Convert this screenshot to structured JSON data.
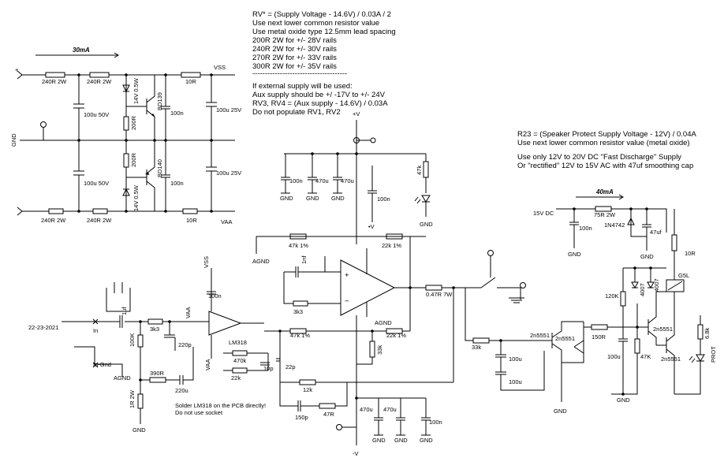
{
  "notes": {
    "rv_lines": [
      "RV* = (Supply Voltage - 14.6V) / 0.03A / 2",
      "Use next lower common resistor value",
      "Use metal oxide type 12.5mm lead spacing",
      "200R 2W for +/- 28V rails",
      "240R 2W for +/- 30V rails",
      "270R 2W for +/- 33V rails",
      "300R 2W for +/- 35V rails",
      "--------------------------------------"
    ],
    "ext_lines": [
      "If external supply will be used:",
      "Aux supply should be +/ -17V to +/- 24V",
      "RV3, RV4 = (Aux supply - 14.6V) / 0.03A",
      "Do not populate RV1, RV2"
    ],
    "prot_lines": [
      "R23 = (Speaker Protect Supply Voltage - 12V) / 0.04A",
      "Use next lower common resistor value (metal oxide)",
      "",
      "Use only 12V to 20V DC \"Fast Discharge\" Supply",
      "Or \"rectified\" 12V to 15V AC with 47uf smoothing cap"
    ],
    "solder_lines": [
      "Solder LM318 on the PCB directly!",
      "Do not use socket"
    ]
  },
  "labels": {
    "current_30ma": "30mA",
    "current_40ma": "40mA",
    "vss": "VSS",
    "vaa": "VAA",
    "gnd": "GND",
    "agnd": "AGND",
    "vplus": "+V",
    "vminus": "-V",
    "v_dot": "•V",
    "date_code": "22-23-2021",
    "in": "In",
    "in_gnd": "In-Gnd",
    "v15dc": "15V DC",
    "prot": "PROT",
    "lm318": "LM318",
    "g5l": "G5L",
    "plus": "+",
    "minus": "−"
  },
  "components": {
    "r240_a": "240R 2W",
    "r240_b": "240R 2W",
    "r240_c": "240R 2W",
    "r240_d": "240R 2W",
    "r10_a": "10R",
    "r10_b": "10R",
    "c100u50_a": "100u 50V",
    "c100u50_b": "100u 50V",
    "c100u25_a": "100u 25V",
    "c100u25_b": "100u 25V",
    "z14_a": "14V 0.5W",
    "z14_b": "14V 0.5W",
    "bd139": "BD139",
    "bd140": "BD140",
    "r200_a": "200R",
    "r200_b": "200R",
    "c100n_a": "100n",
    "c100n_b": "100n",
    "c100n_rail": "100n",
    "c470u_a": "470u",
    "c470u_b": "470u",
    "r47k_led": "47k",
    "c100n_v": "100n",
    "r47k1_top": "47k 1%",
    "r22k1_top": "22k 1%",
    "c1nf": "1nf",
    "r3k3_fb": "3k3",
    "r047": "0.47R 7W",
    "r47k1_bot": "47k 1%",
    "r22k1_bot": "22k 1%",
    "r33k_v": "33k",
    "c100n_lm": "100n",
    "c1uf": "1uf",
    "r3k3_in": "3k3",
    "r100k": "100K",
    "c220p": "220p",
    "r470k": "470k",
    "r22k": "22k",
    "c10p": "10p",
    "c22p": "22p",
    "r390": "390R",
    "c220u": "220u",
    "r12k": "12k",
    "r1r": "1R 2W",
    "c150p": "150p",
    "r47r": "47R",
    "c470u_c": "470u",
    "c470u_d": "470u",
    "c100n_bot": "100n",
    "r33k_h": "33k",
    "c100u_a": "100u",
    "c100u_b": "100u",
    "q2n5551_a": "2n5551",
    "q2n5551_b": "2n5551",
    "r150": "150R",
    "c100u_c": "100u",
    "r120k": "120K",
    "r47k_p": "47K",
    "d4007_a": "4007",
    "d4007_b": "4007",
    "q2n5551_c": "2n5551",
    "q2n5551_d": "2n5551",
    "r6k8": "6.8k",
    "c100n_p": "100n",
    "r75r": "75R 2W",
    "d1n4742": "1N4742",
    "c47uf": "47uf",
    "r10r_p": "10R"
  }
}
